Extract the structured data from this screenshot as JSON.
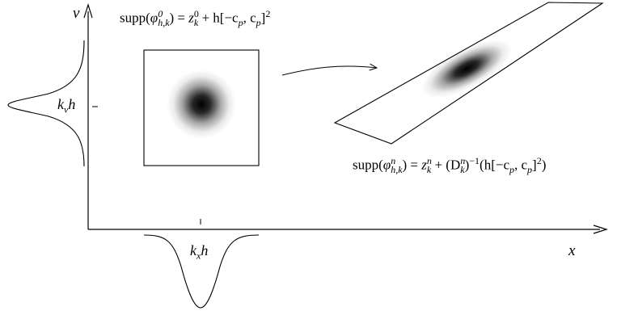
{
  "axes": {
    "x_label": "x",
    "v_label": "v"
  },
  "gaussians": {
    "v_label": {
      "var": "k",
      "sub": "v",
      "tail": "h"
    },
    "x_label": {
      "var": "k",
      "sub": "x",
      "tail": "h"
    }
  },
  "formula_initial": {
    "supp": "supp(",
    "phi": "φ",
    "phi_sup": "0",
    "phi_sub": "h,k",
    "eq": ") = ",
    "z": "z",
    "z_sup": "0",
    "z_sub": "k",
    "rest": " + h[−c",
    "cp1_sub": "p",
    "mid": ", c",
    "cp2_sub": "p",
    "close": "]",
    "power": "2"
  },
  "formula_final": {
    "supp": "supp(",
    "phi": "φ",
    "phi_sup": "n",
    "phi_sub": "h,k",
    "eq": ") = ",
    "z": "z",
    "z_sup": "n",
    "z_sub": "k",
    "plus": " + (D",
    "d_sup": "n",
    "d_sub": "k",
    "inv": ")",
    "inv_sup": "−1",
    "rest": "(h[−c",
    "cp1_sub": "p",
    "mid": ", c",
    "cp2_sub": "p",
    "close": "]",
    "power": "2",
    "end": ")"
  },
  "colors": {
    "ink": "#000000",
    "background": "#ffffff"
  }
}
